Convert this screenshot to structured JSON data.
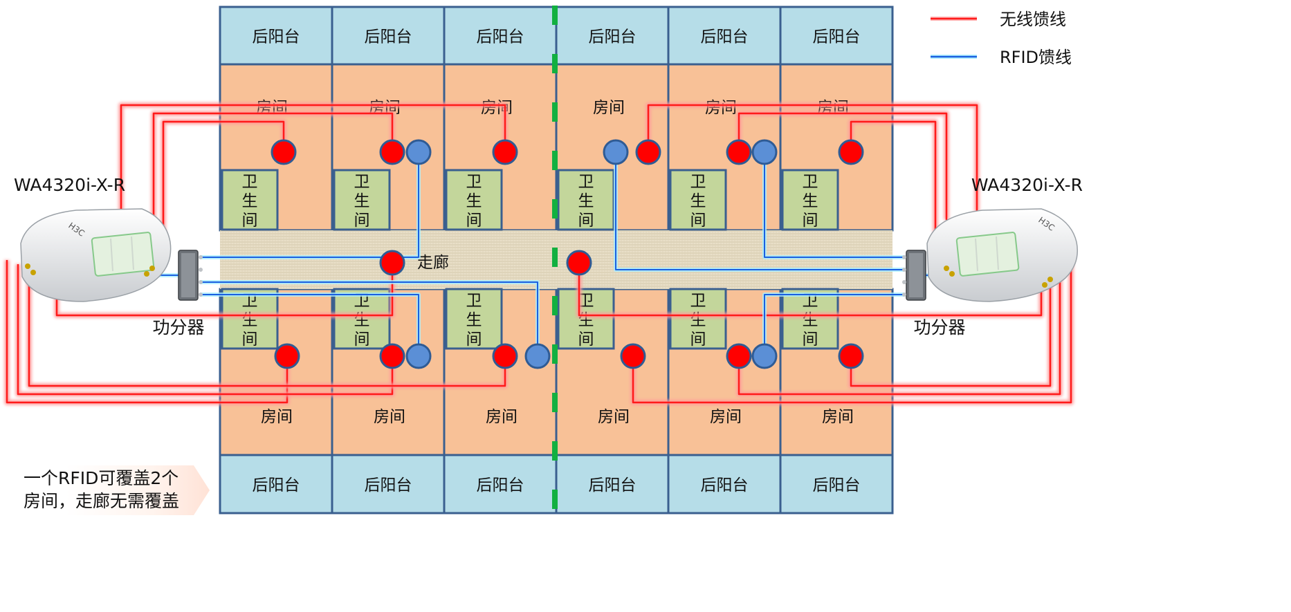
{
  "legend": {
    "wireless": {
      "label": "无线馈线",
      "color": "#ff1a1a"
    },
    "rfid": {
      "label": "RFID馈线",
      "color": "#1a5fe0"
    }
  },
  "ap_left": {
    "model": "WA4320i-X-R",
    "logo": "H3C"
  },
  "ap_right": {
    "model": "WA4320i-X-R",
    "logo": "H3C"
  },
  "splitter_left_label": "功分器",
  "splitter_right_label": "功分器",
  "labels": {
    "balcony": "后阳台",
    "room": "房间",
    "bathroom": [
      "卫",
      "生",
      "间"
    ],
    "corridor": "走廊"
  },
  "note": {
    "line1": "一个RFID可覆盖2个",
    "line2": "房间，走廊无需覆盖"
  },
  "colors": {
    "balcony": "#b6dde8",
    "room": "#f8c197",
    "bathroom": "#c3d69b",
    "wall": "#3a5f8f",
    "divider": "#12b040",
    "wireless_node": "#ff0000",
    "rfid_node": "#5b8fd6"
  }
}
